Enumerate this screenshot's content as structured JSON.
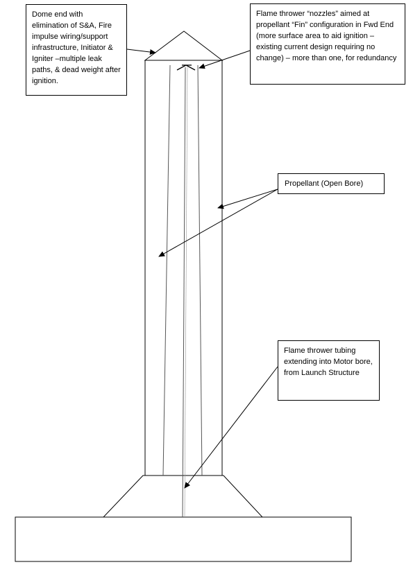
{
  "callouts": {
    "dome_end": "Dome end with elimination of  S&A, Fire impulse wiring/support infrastructure, Initiator & Igniter –multiple leak paths, & dead weight after ignition.",
    "flame_nozzles": "Flame thrower “nozzles” aimed at propellant “Fin” configuration in Fwd End (more surface area to aid ignition – existing current design requiring no change) – more than one, for redundancy",
    "propellant": "Propellant (Open Bore)",
    "tubing": "Flame thrower tubing extending into Motor bore, from Launch Structure"
  },
  "colors": {
    "line": "#000000",
    "bore": "#555555",
    "background": "#ffffff"
  }
}
